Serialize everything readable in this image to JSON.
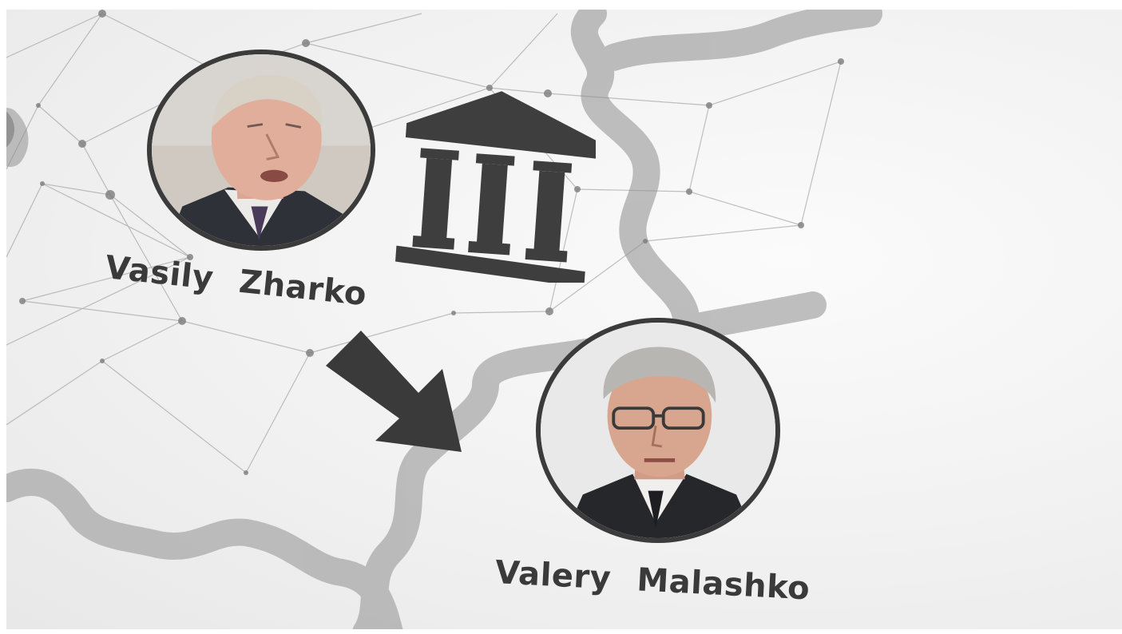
{
  "people": [
    {
      "first": "Vasily",
      "last": "Zharko"
    },
    {
      "first": "Valery",
      "last": "Malashko"
    }
  ],
  "icons": {
    "institution": "bank-building-icon",
    "transfer": "arrow-down-right-icon"
  },
  "colors": {
    "ink": "#3b3b3b",
    "map_border": "#a8a8a8",
    "network": "#9a9a9a"
  }
}
